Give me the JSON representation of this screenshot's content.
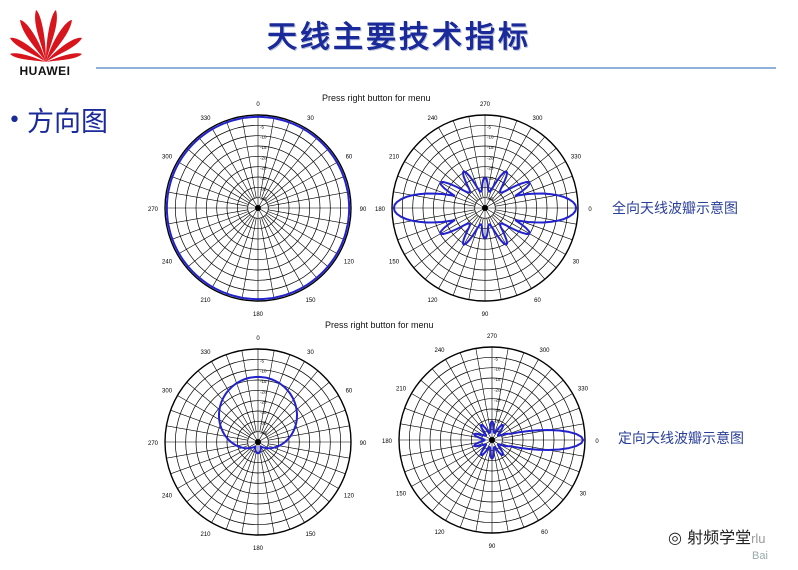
{
  "slide": {
    "brand": "HUAWEI",
    "title": "天线主要技术指标",
    "bullet": "方向图",
    "menu_hint_top": "Press right button for menu",
    "menu_hint_bottom": "Press right button for menu",
    "caption_omni": "全向天线波瓣示意图",
    "caption_directional": "定向天线波瓣示意图",
    "watermark": "射频学堂",
    "watermark_extra": "rlu",
    "watermark_site": "Bai",
    "colors": {
      "title": "#1a2a9a",
      "pattern": "#2222cc",
      "rule": "#8fb0d8"
    }
  },
  "plots": [
    {
      "id": "omni-horizontal",
      "angle_labels": [
        "0",
        "30",
        "60",
        "90",
        "120",
        "150",
        "180",
        "210",
        "240",
        "270",
        "300",
        "330"
      ],
      "ring_labels": [
        "-5",
        "-10",
        "-15",
        "-20",
        "-25",
        "-30",
        "-35",
        "-40"
      ]
    },
    {
      "id": "omni-vertical",
      "angle_labels": [
        "270",
        "300",
        "330",
        "0",
        "30",
        "60",
        "90",
        "120",
        "150",
        "180",
        "210",
        "240"
      ],
      "ring_labels": [
        "-5",
        "-10",
        "-15",
        "-20",
        "-25",
        "-30",
        "-35",
        "-40"
      ]
    },
    {
      "id": "directional-horizontal",
      "angle_labels": [
        "0",
        "30",
        "60",
        "90",
        "120",
        "150",
        "180",
        "210",
        "240",
        "270",
        "300",
        "330"
      ],
      "ring_labels": [
        "-5",
        "-10",
        "-15",
        "-20",
        "-25",
        "-30",
        "-35",
        "-40"
      ]
    },
    {
      "id": "directional-vertical",
      "angle_labels": [
        "270",
        "300",
        "330",
        "0",
        "30",
        "60",
        "90",
        "120",
        "150",
        "180",
        "210",
        "240"
      ],
      "ring_labels": [
        "-5",
        "-10",
        "-15",
        "-20",
        "-25",
        "-30",
        "-35",
        "-40"
      ]
    }
  ]
}
